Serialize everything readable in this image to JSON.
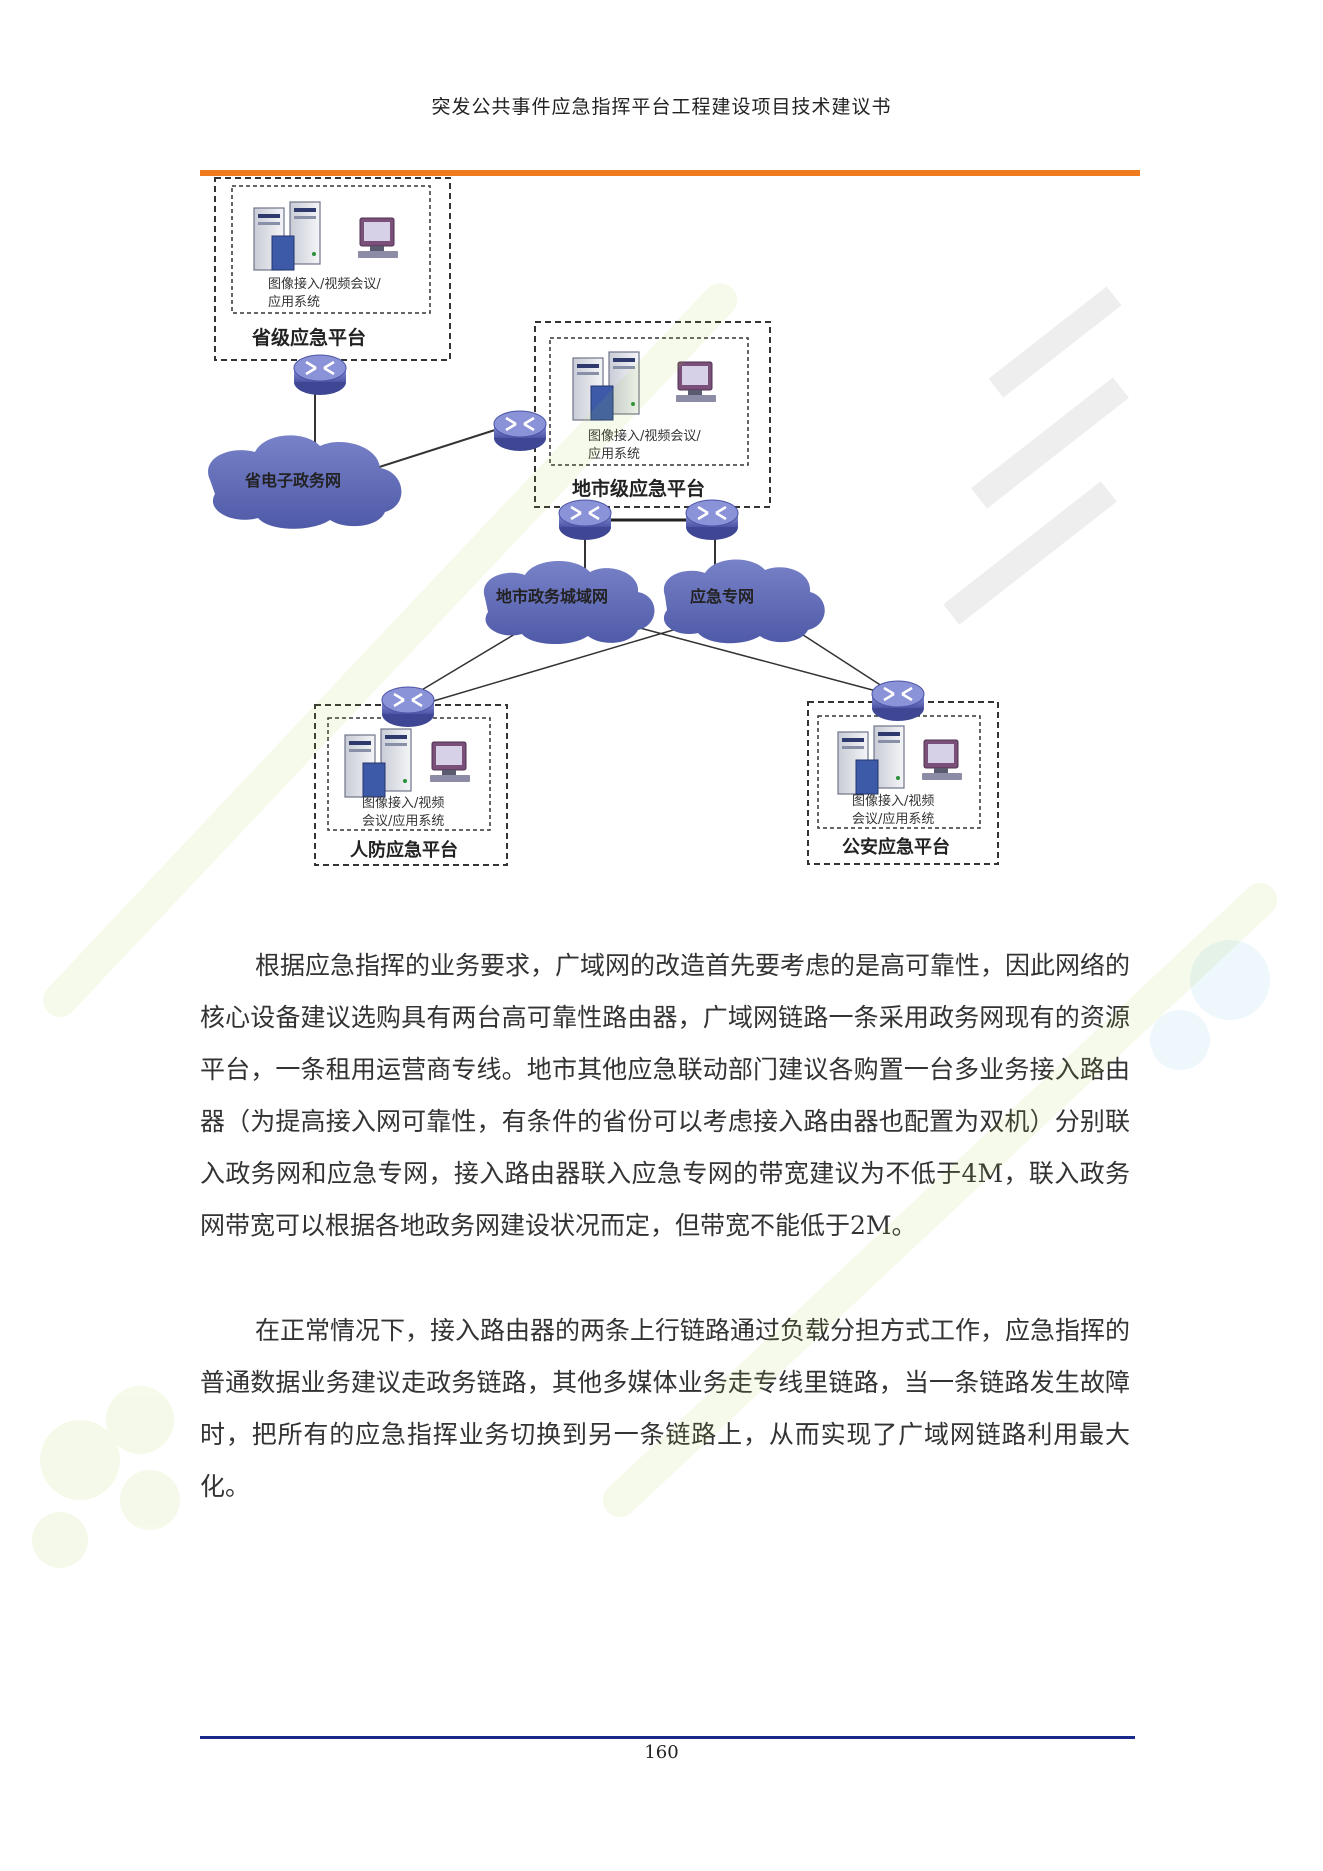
{
  "header": {
    "title": "突发公共事件应急指挥平台工程建设项目技术建议书"
  },
  "diagram": {
    "system_label_line1": "图像接入/视频会议/",
    "system_label_line2": "应用系统",
    "system_label_split_line1": "图像接入/视频",
    "system_label_split_line2": "会议/应用系统",
    "nodes": {
      "provincial": "省级应急平台",
      "city": "地市级应急平台",
      "civil_defense": "人防应急平台",
      "public_security": "公安应急平台"
    },
    "clouds": {
      "provincial_egov": "省电子政务网",
      "city_egov_wan": "地市政务城域网",
      "emergency_private": "应急专网"
    }
  },
  "body": {
    "paragraphs": [
      "根据应急指挥的业务要求，广域网的改造首先要考虑的是高可靠性，因此网络的核心设备建议选购具有两台高可靠性路由器，广域网链路一条采用政务网现有的资源平台，一条租用运营商专线。地市其他应急联动部门建议各购置一台多业务接入路由器（为提高接入网可靠性，有条件的省份可以考虑接入路由器也配置为双机）分别联入政务网和应急专网，接入路由器联入应急专网的带宽建议为不低于4M，联入政务网带宽可以根据各地政务网建设状况而定，但带宽不能低于2M。",
      "在正常情况下，接入路由器的两条上行链路通过负载分担方式工作，应急指挥的普通数据业务建议走政务链路，其他多媒体业务走专线里链路，当一条链路发生故障时，把所有的应急指挥业务切换到另一条链路上，从而实现了广域网链路利用最大化。"
    ]
  },
  "footer": {
    "page_number": "160"
  },
  "colors": {
    "header_rule": "#f07a1e",
    "footer_rule": "#1a2a8c",
    "cloud": "#5d69b5",
    "router": "#6b74c4"
  }
}
